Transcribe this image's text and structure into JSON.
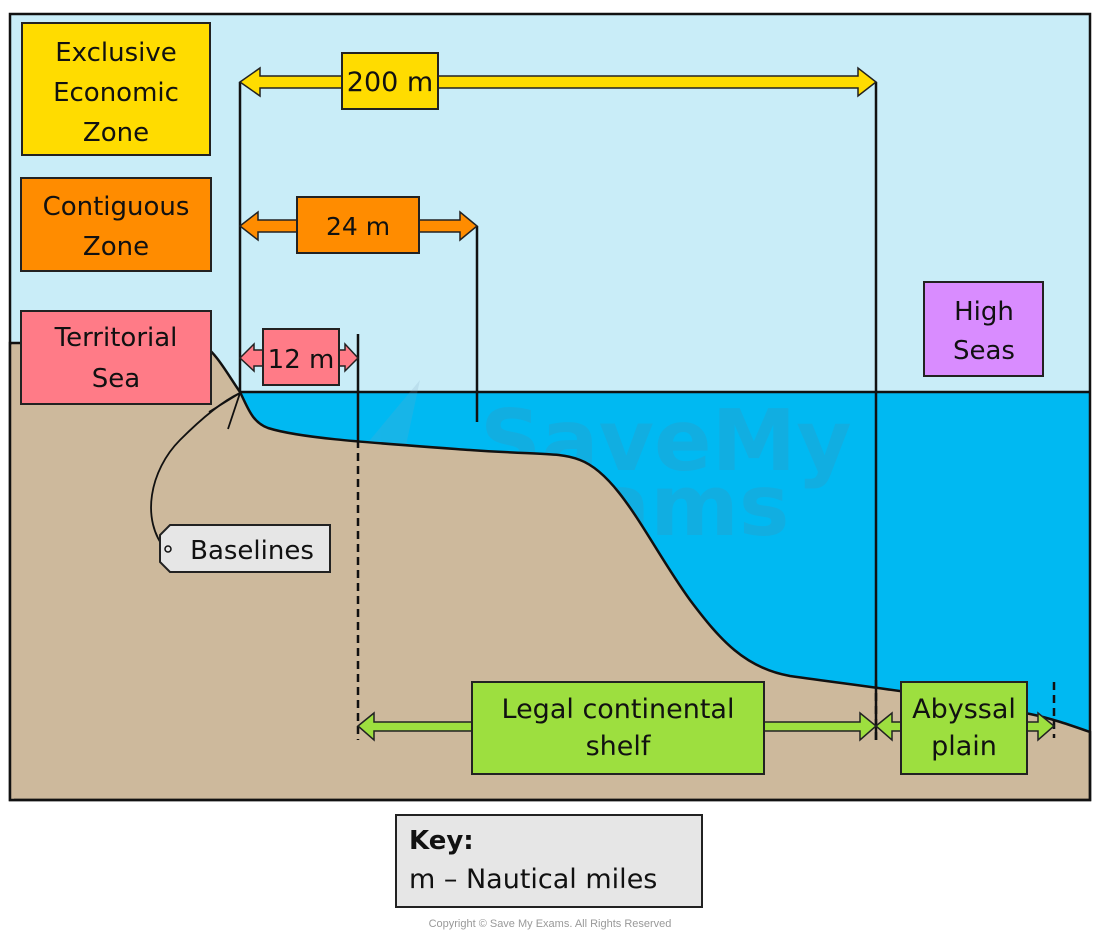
{
  "colors": {
    "sky": "#c9edf8",
    "sea": "#00b9f2",
    "land": "#cdb99c",
    "eez": "#ffdc00",
    "contiguous": "#ff8c00",
    "territorial": "#ff7b87",
    "high_seas": "#d98cff",
    "shelf": "#9ddf3f",
    "tag": "#e6e6e6"
  },
  "zones": {
    "eez": {
      "label_line1": "Exclusive",
      "label_line2": "Economic",
      "label_line3": "Zone",
      "distance": "200 m"
    },
    "contiguous": {
      "label_line1": "Contiguous",
      "label_line2": "Zone",
      "distance": "24 m"
    },
    "territorial": {
      "label_line1": "Territorial",
      "label_line2": "Sea",
      "distance": "12 m"
    },
    "high_seas": {
      "label_line1": "High",
      "label_line2": "Seas"
    }
  },
  "features": {
    "baselines": "Baselines",
    "shelf_line1": "Legal continental",
    "shelf_line2": "shelf",
    "abyssal_line1": "Abyssal",
    "abyssal_line2": "plain"
  },
  "watermark": {
    "line1": "SaveMy",
    "line2": "Exams"
  },
  "key": {
    "title": "Key:",
    "text": "m – Nautical miles"
  },
  "copyright": "Copyright © Save My Exams. All Rights Reserved"
}
